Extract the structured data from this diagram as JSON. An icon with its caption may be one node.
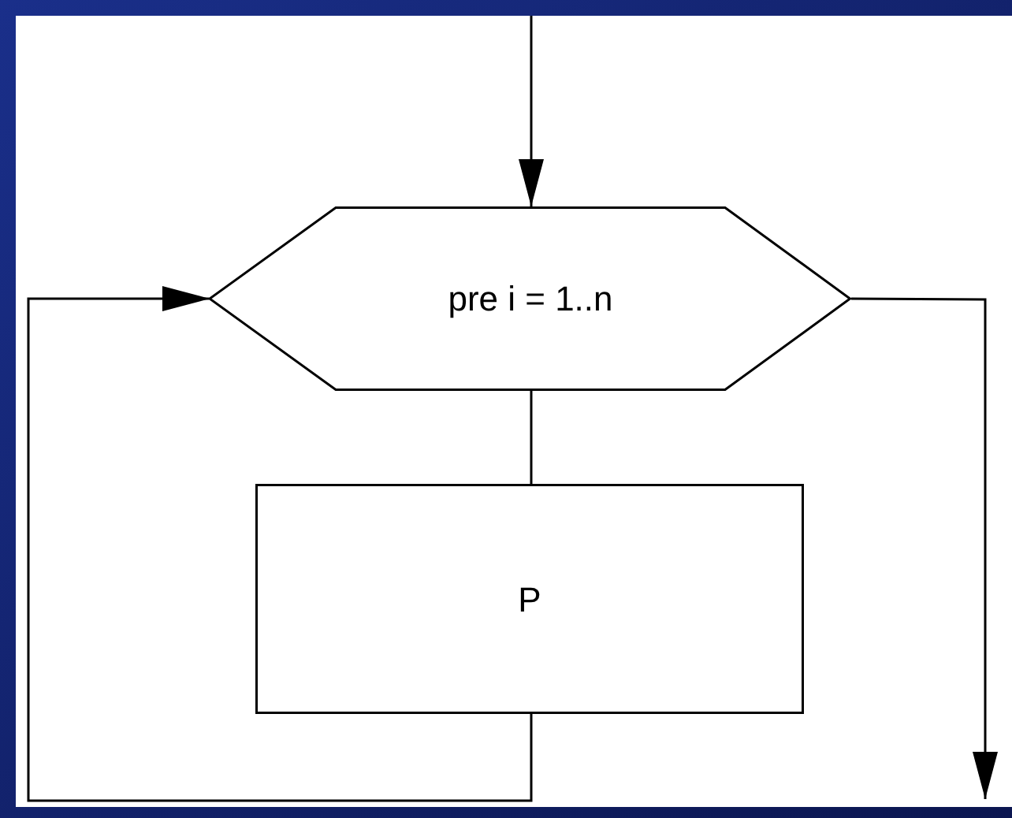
{
  "diagram": {
    "nodes": [
      {
        "text": [
          "pre i = 1..n"
        ]
      },
      {
        "text": [
          "P"
        ]
      }
    ],
    "edges": [
      {
        "from": null,
        "to": 0,
        "arrow": "to"
      },
      {
        "from": 0,
        "to": 1,
        "arrow": "none"
      },
      {
        "from": 1,
        "to": 0,
        "arrow": "to"
      },
      {
        "from": 0,
        "to": null,
        "arrow": "to"
      }
    ]
  }
}
